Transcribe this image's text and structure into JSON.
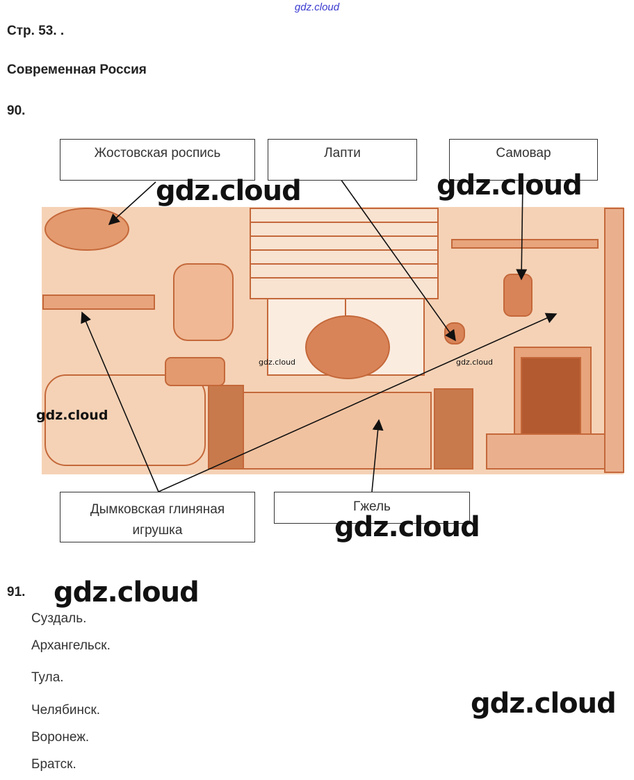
{
  "top_watermark": "gdz.cloud",
  "page_label": "Стр. 53. .",
  "section_title": "Современная Россия",
  "task_90": {
    "number": "90.",
    "labels": {
      "zhostovo": "Жостовская роспись",
      "lapti": "Лапти",
      "samovar": "Самовар",
      "dymkovo_line1": "Дымковская глиняная",
      "dymkovo_line2": "игрушка",
      "gzhel": "Гжель"
    }
  },
  "task_91": {
    "number": "91.",
    "cities": [
      "Суздаль.",
      "Архангельск.",
      "Тула.",
      "Челябинск.",
      "Воронеж.",
      "Братск."
    ]
  },
  "watermark": "gdz.cloud",
  "colors": {
    "illustration_bg": "#f3cdb0",
    "illustration_ink": "#c4683a"
  }
}
